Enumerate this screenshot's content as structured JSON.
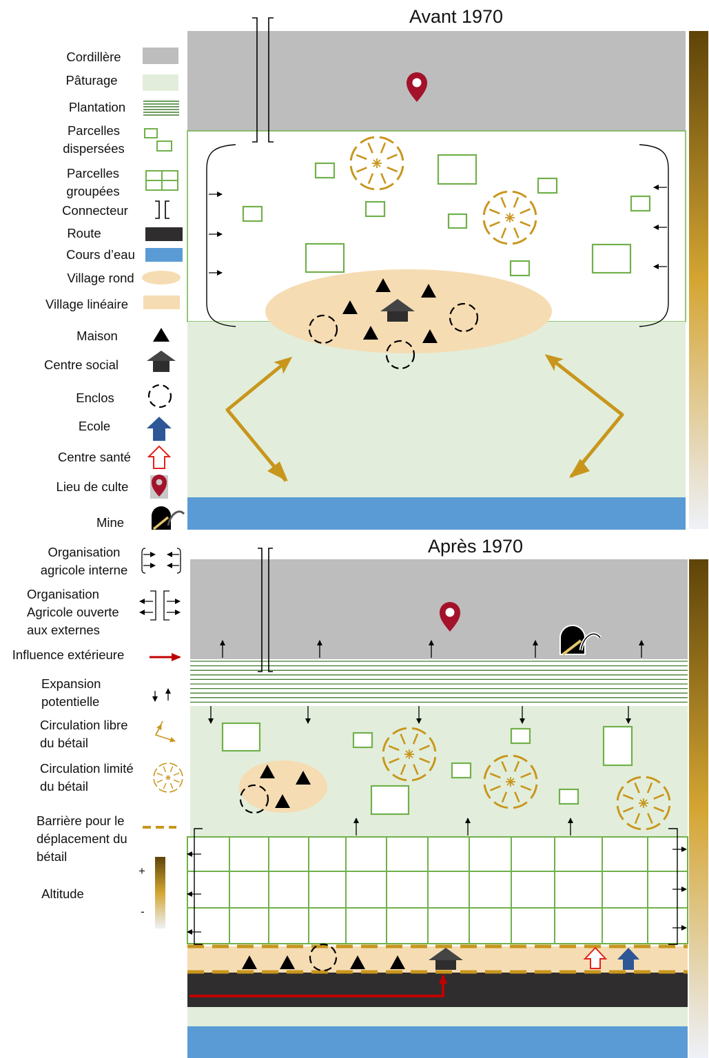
{
  "titles": {
    "before": "Avant 1970",
    "after": "Après 1970"
  },
  "legend": [
    {
      "key": "cordillere",
      "label_lines": [
        "Cordillère"
      ]
    },
    {
      "key": "paturage",
      "label_lines": [
        "Pâturage"
      ]
    },
    {
      "key": "plantation",
      "label_lines": [
        "Plantation"
      ]
    },
    {
      "key": "parcelles_dispersees",
      "label_lines": [
        "Parcelles",
        "dispersées"
      ]
    },
    {
      "key": "parcelles_groupees",
      "label_lines": [
        "Parcelles",
        "groupées"
      ]
    },
    {
      "key": "connecteur",
      "label_lines": [
        "Connecteur"
      ]
    },
    {
      "key": "route",
      "label_lines": [
        "Route"
      ]
    },
    {
      "key": "cours_eau",
      "label_lines": [
        "Cours d’eau"
      ]
    },
    {
      "key": "village_rond",
      "label_lines": [
        "Village rond"
      ]
    },
    {
      "key": "village_lineaire",
      "label_lines": [
        "Village linéaire"
      ]
    },
    {
      "key": "maison",
      "label_lines": [
        "Maison"
      ]
    },
    {
      "key": "centre_social",
      "label_lines": [
        "Centre social"
      ]
    },
    {
      "key": "enclos",
      "label_lines": [
        "Enclos"
      ]
    },
    {
      "key": "ecole",
      "label_lines": [
        "Ecole"
      ]
    },
    {
      "key": "centre_sante",
      "label_lines": [
        "Centre santé"
      ]
    },
    {
      "key": "lieu_culte",
      "label_lines": [
        "Lieu de culte"
      ]
    },
    {
      "key": "mine",
      "label_lines": [
        "Mine"
      ]
    },
    {
      "key": "org_interne",
      "label_lines": [
        "Organisation",
        "agricole interne"
      ]
    },
    {
      "key": "org_ouverte",
      "label_lines": [
        "Organisation",
        "Agricole ouverte",
        "aux externes"
      ]
    },
    {
      "key": "influence",
      "label_lines": [
        "Influence extérieure"
      ]
    },
    {
      "key": "expansion",
      "label_lines": [
        "Expansion",
        "potentielle"
      ]
    },
    {
      "key": "circ_libre",
      "label_lines": [
        "Circulation libre",
        "du bétail"
      ]
    },
    {
      "key": "circ_limitee",
      "label_lines": [
        "Circulation limité",
        "du bétail"
      ]
    },
    {
      "key": "barriere",
      "label_lines": [
        "Barrière pour le",
        "déplacement du",
        "bétail"
      ]
    },
    {
      "key": "altitude",
      "label_lines": [
        "Altitude"
      ]
    }
  ],
  "altitude_scale": {
    "plus": "+",
    "minus": "-"
  },
  "colors": {
    "cordillere": "#bdbdbd",
    "paturage": "#e2eedb",
    "parcel_stroke": "#70b04a",
    "plantation_line": "#3f7a2a",
    "route": "#2f2d2d",
    "cours_eau": "#5b9bd5",
    "village": "#f5dcb3",
    "gold": "#c8961d",
    "culte": "#a3122a",
    "ecole": "#2e5797",
    "sante": "#e3221b",
    "influence": "#c00000",
    "altitude_top": "#5e4408",
    "altitude_mid": "#d4a533",
    "altitude_bottom": "#eef1f8"
  }
}
